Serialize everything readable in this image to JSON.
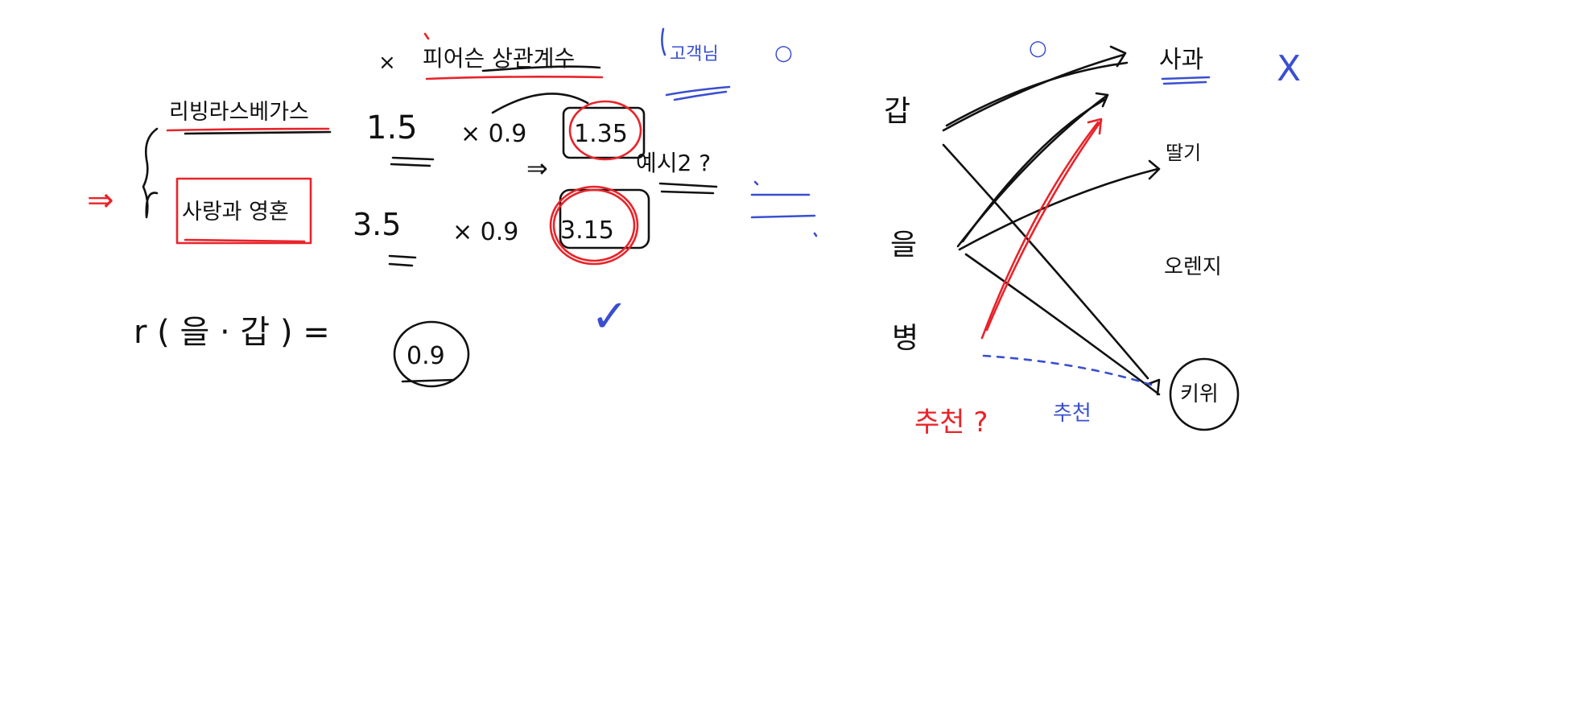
{
  "colors": {
    "ink": "#111111",
    "red": "#e8242a",
    "blue": "#3a4fd0",
    "background": "#ffffff"
  },
  "left": {
    "title": "코사인 유사도 × 피어슨 상관계수",
    "multiply_mark": "×",
    "title_text": "피어슨 상관계수",
    "blue_note": "고객님",
    "blue_o_mark": "○",
    "row1": {
      "movie": "리빙라스베가스",
      "rating": "1.5",
      "factor": "× 0.9",
      "result": "1.35",
      "arrow": "⇒",
      "note": "예시2 ?"
    },
    "row2": {
      "movie": "사랑과 영혼",
      "rating": "3.5",
      "factor": "× 0.9",
      "result": "3.15"
    },
    "red_arrow": "⇒",
    "formula": "r ( 을 · 갑 ) =",
    "formula_result": "0.9",
    "check": "✓"
  },
  "right": {
    "blue_o_mark": "○",
    "blue_x_mark": "X",
    "people": [
      "갑",
      "을",
      "병"
    ],
    "items": [
      "사과",
      "딸기",
      "오렌지",
      "키위"
    ],
    "red_label": "추천 ?",
    "blue_label": "추천"
  }
}
